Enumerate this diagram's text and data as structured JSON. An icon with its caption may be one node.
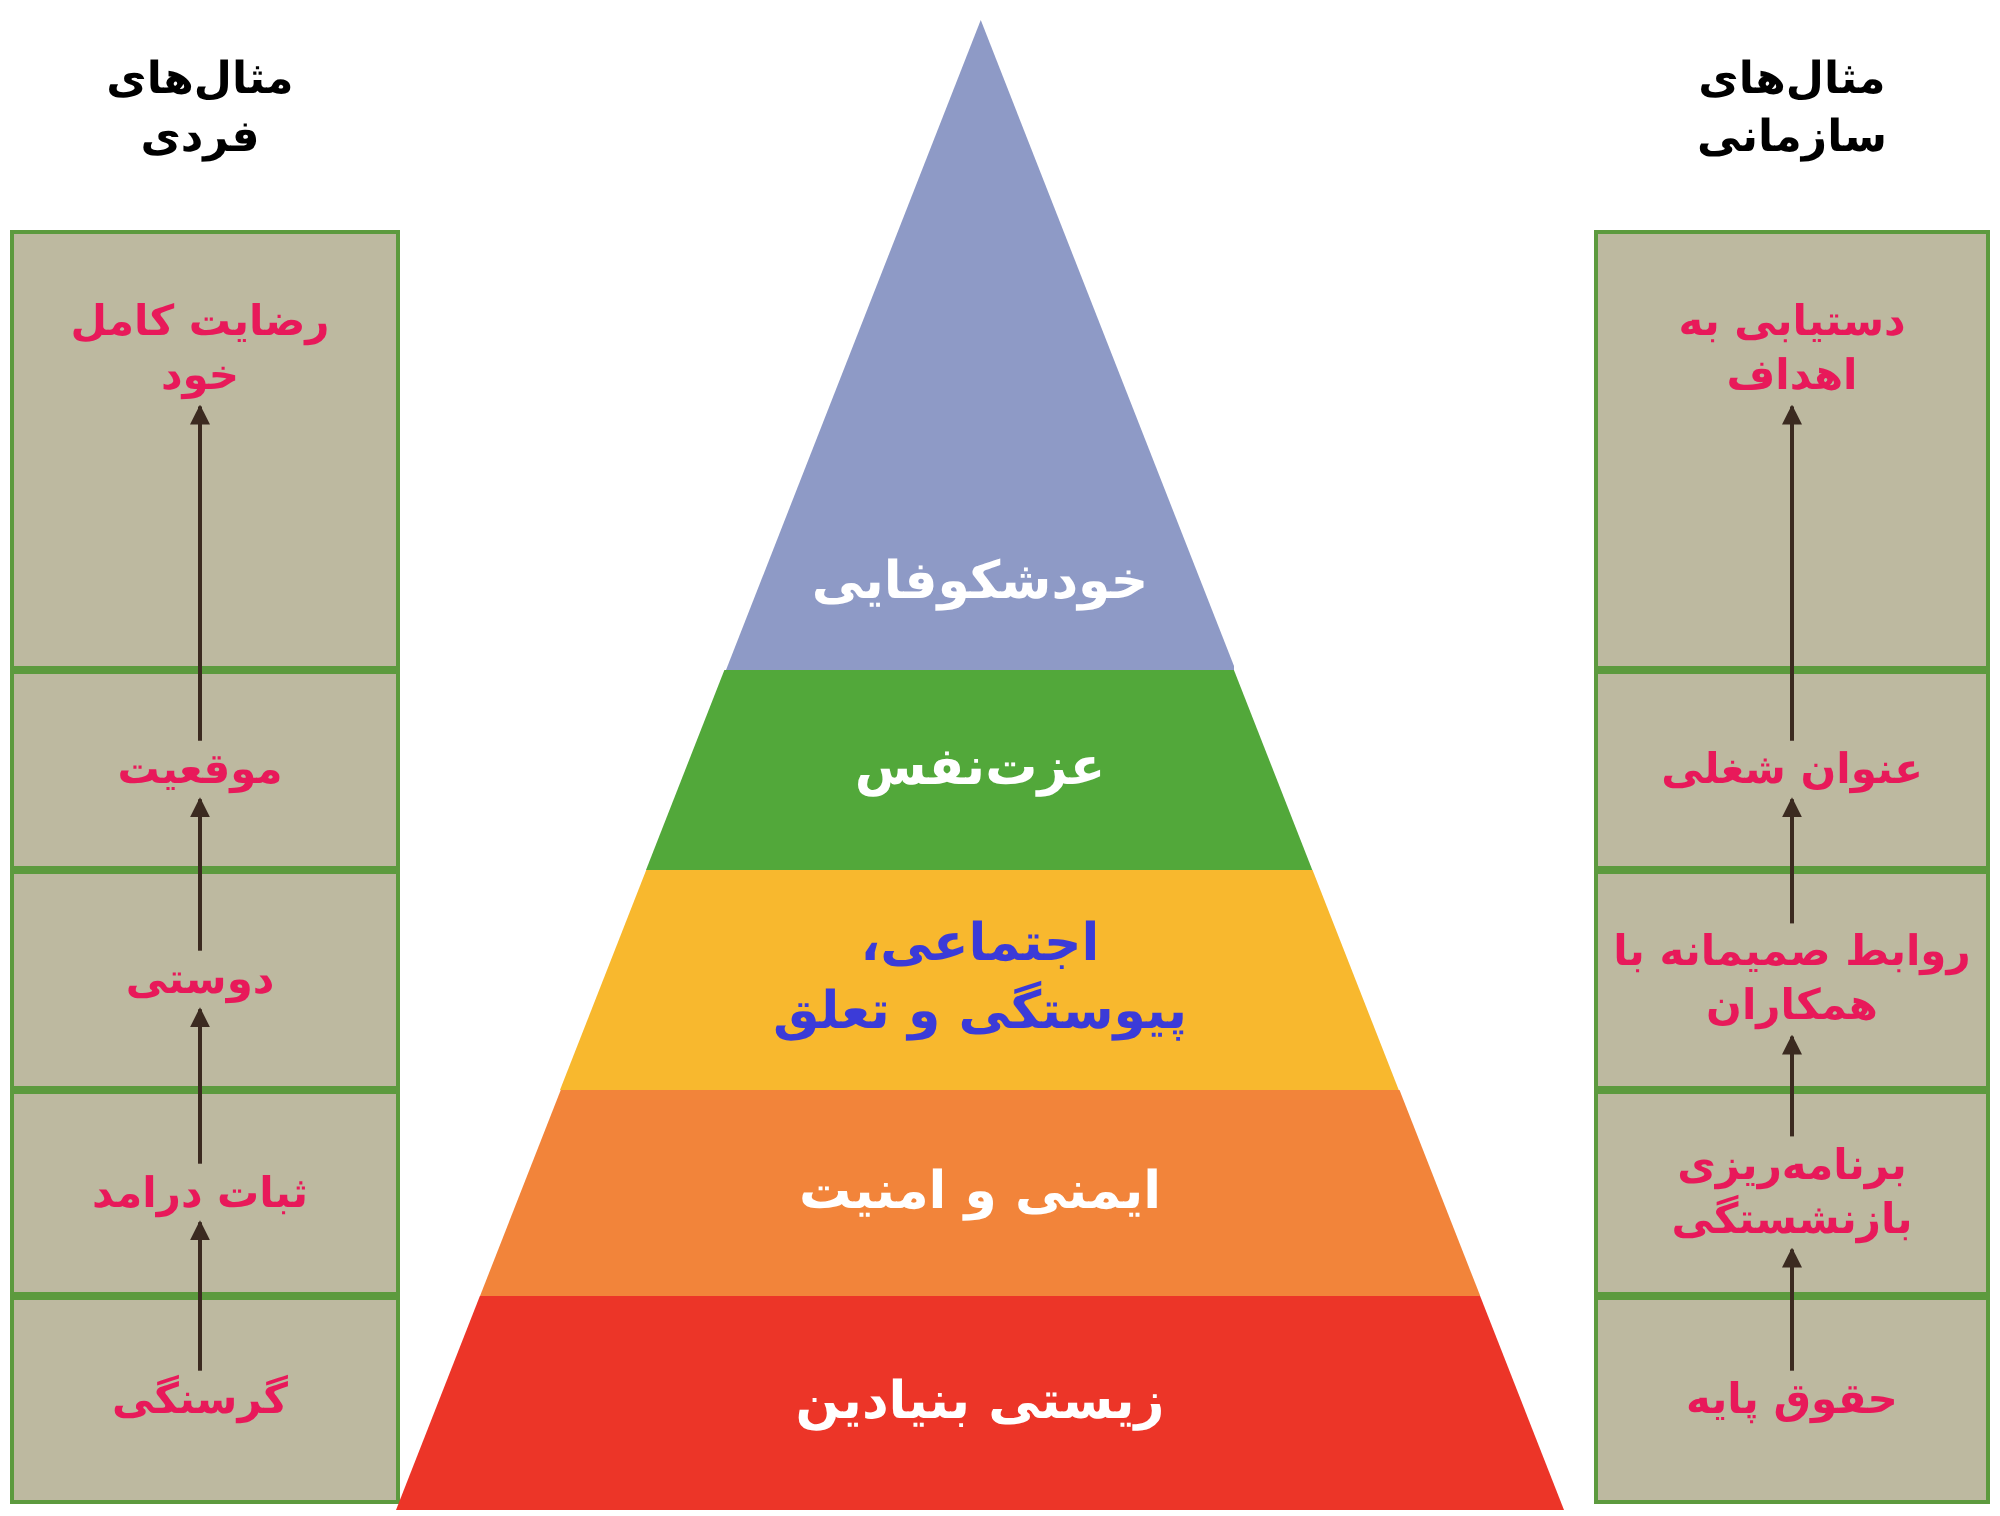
{
  "diagram": {
    "nodes": [
      {
        "text": [
          "خودشکوفایی"
        ]
      },
      {
        "text": [
          "عزت‌نفس"
        ]
      },
      {
        "text": [
          "اجتماعی، پیوستگی و تعلق"
        ]
      },
      {
        "text": [
          "ایمنی و امنیت"
        ]
      },
      {
        "text": [
          "زیستی بنیادین"
        ]
      },
      {
        "text": [
          "رضایت کامل خود"
        ]
      },
      {
        "text": [
          "موقعیت"
        ]
      },
      {
        "text": [
          "دوستی"
        ]
      },
      {
        "text": [
          "ثبات درامد"
        ]
      },
      {
        "text": [
          "گرسنگی"
        ]
      },
      {
        "text": [
          "دستیابی به اهداف"
        ]
      },
      {
        "text": [
          "عنوان شغلی"
        ]
      },
      {
        "text": [
          "روابط صمیمانه با همکاران"
        ]
      },
      {
        "text": [
          "برنامه‌ریزی بازنشستگی"
        ]
      },
      {
        "text": [
          "حقوق پایه"
        ]
      }
    ],
    "edges": [
      {
        "from": 9,
        "to": 8,
        "arrow": "to"
      },
      {
        "from": 8,
        "to": 7,
        "arrow": "to"
      },
      {
        "from": 7,
        "to": 6,
        "arrow": "to"
      },
      {
        "from": 6,
        "to": 5,
        "arrow": "to"
      },
      {
        "from": 14,
        "to": 13,
        "arrow": "to"
      },
      {
        "from": 13,
        "to": 12,
        "arrow": "to"
      },
      {
        "from": 12,
        "to": 11,
        "arrow": "to"
      },
      {
        "from": 11,
        "to": 10,
        "arrow": "to"
      }
    ],
    "labels": [
      "مثال‌های فردی",
      "مثال‌های سازمانی"
    ]
  }
}
